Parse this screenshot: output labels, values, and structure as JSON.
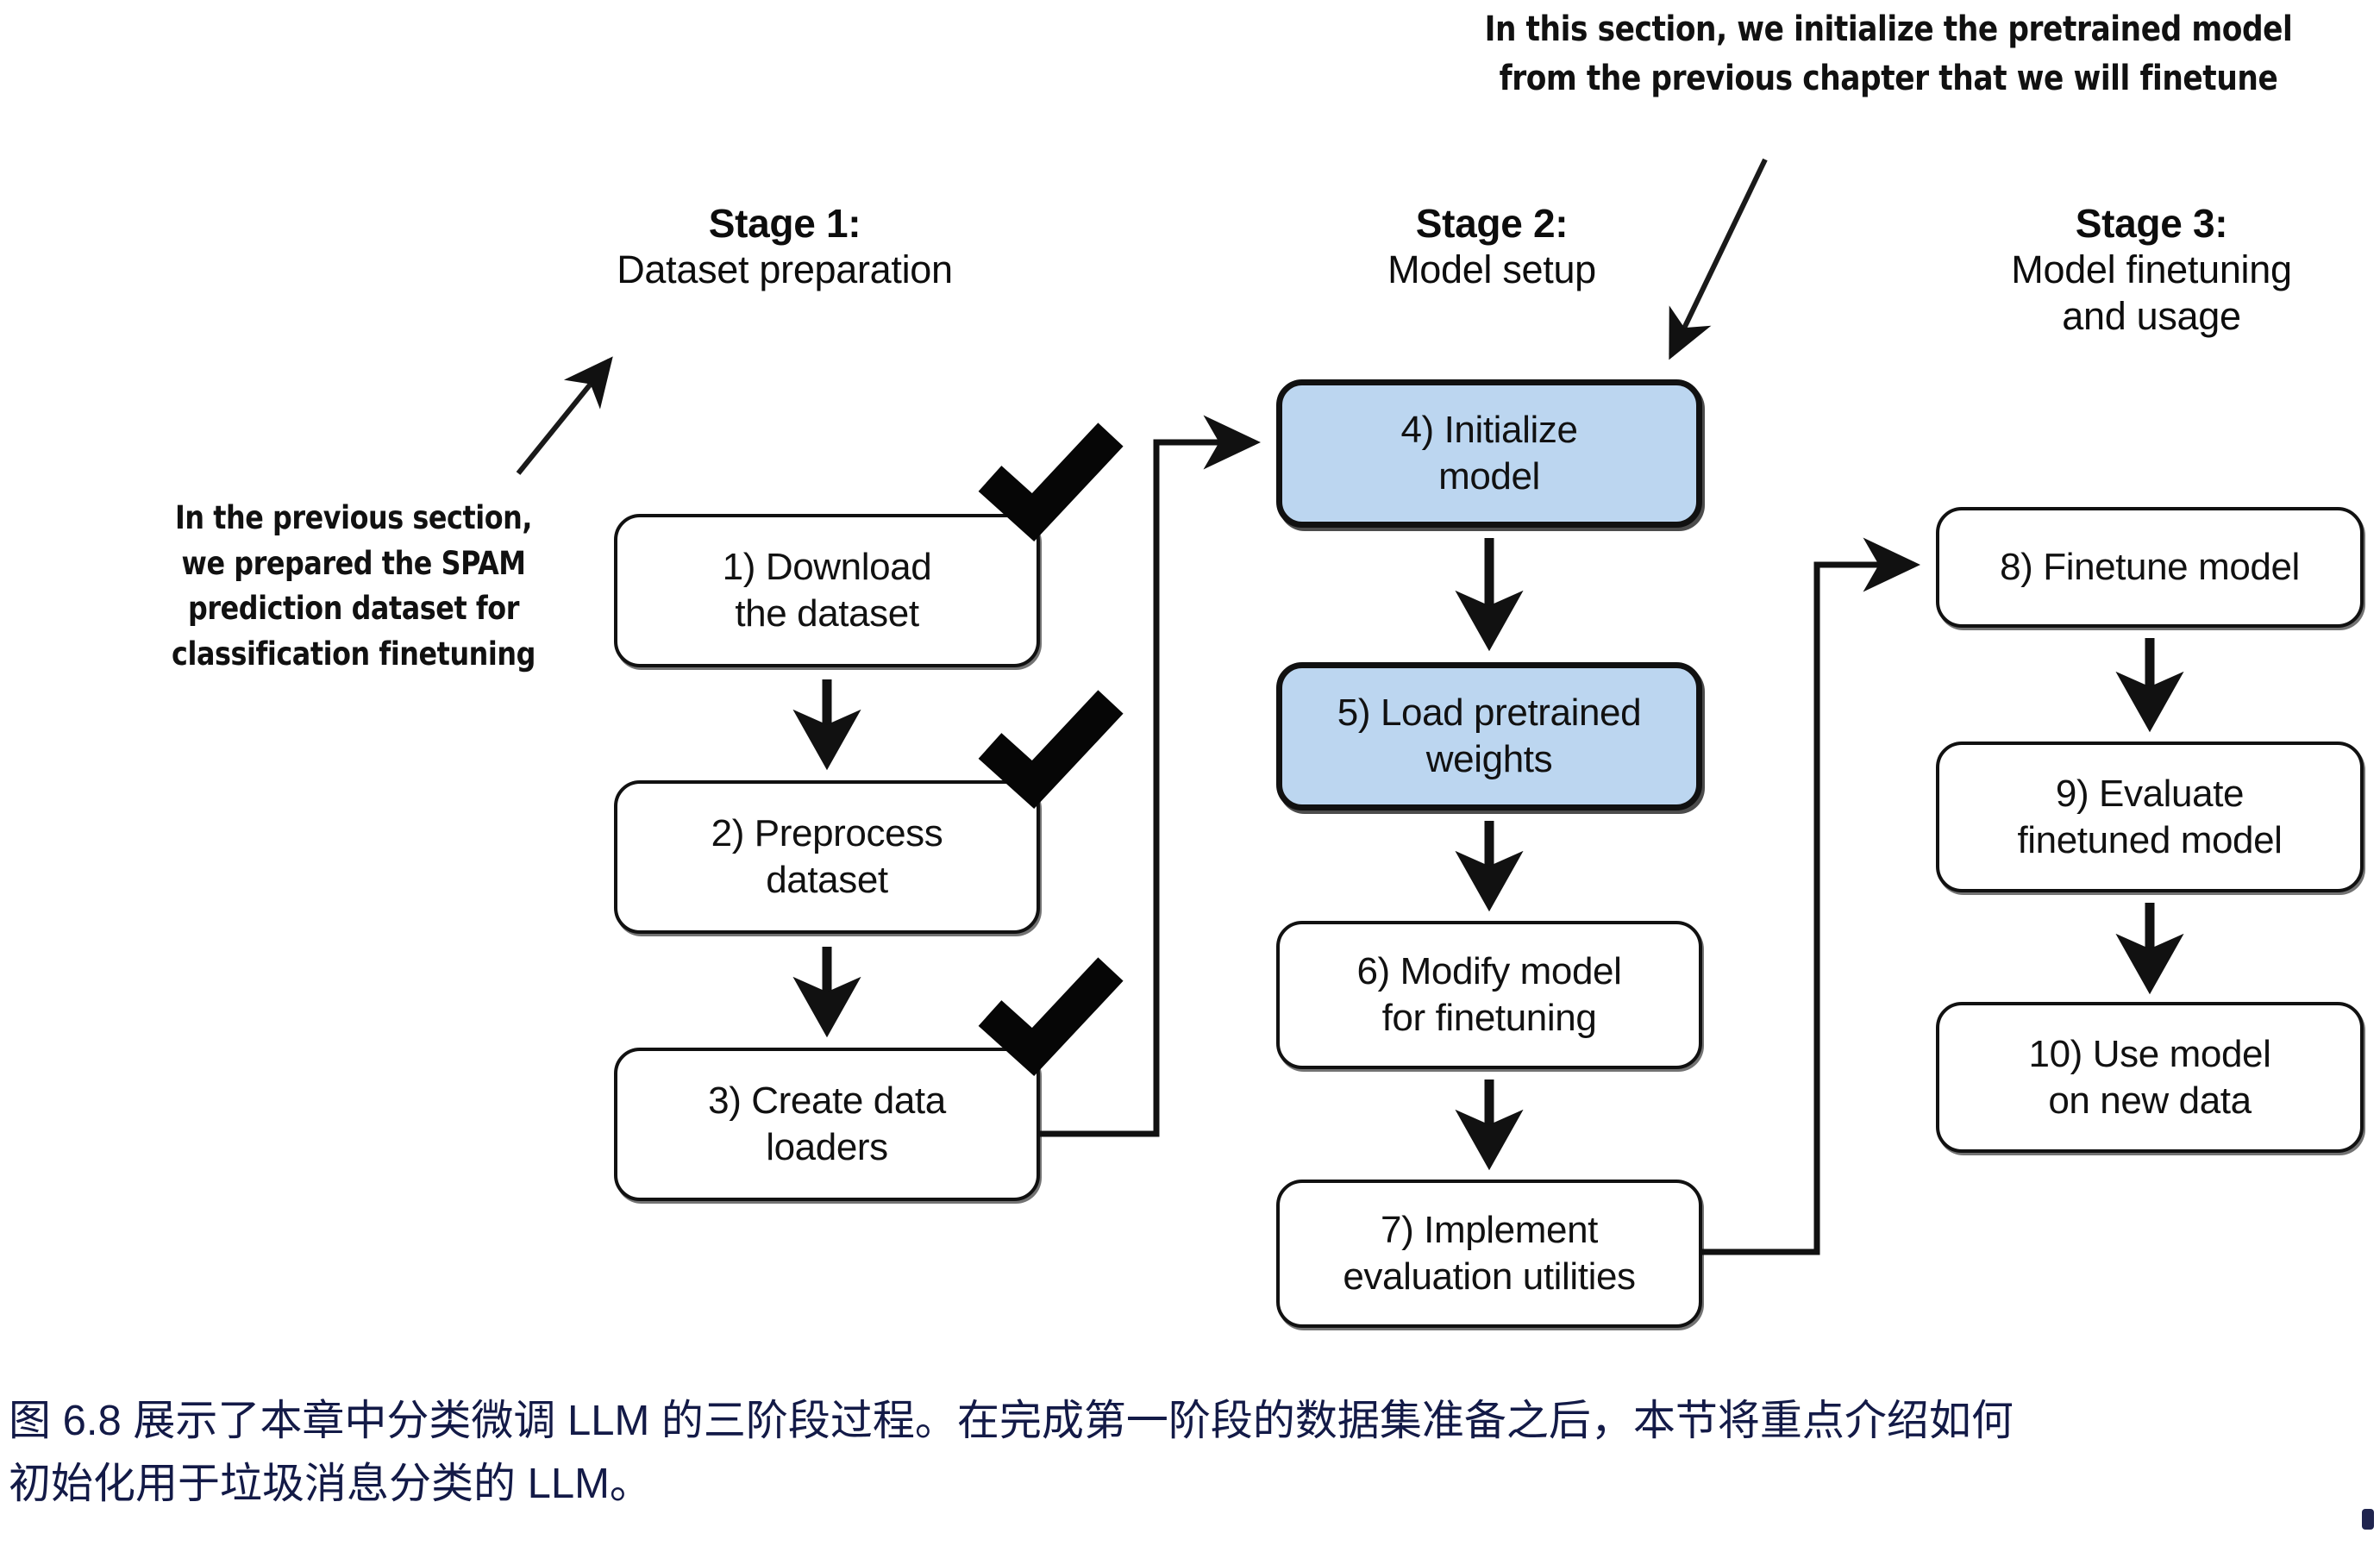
{
  "callouts": {
    "top_right": "In this section, we initialize the pretrained model\nfrom the previous chapter that we will finetune",
    "left": "In the previous section,\nwe prepared the SPAM\nprediction dataset for\nclassification finetuning"
  },
  "stages": [
    {
      "title": "Stage 1:",
      "subtitle": "Dataset preparation"
    },
    {
      "title": "Stage 2:",
      "subtitle": "Model setup"
    },
    {
      "title": "Stage 3:",
      "subtitle": "Model finetuning\nand usage"
    }
  ],
  "boxes": {
    "b1": "1) Download\nthe dataset",
    "b2": "2) Preprocess\ndataset",
    "b3": "3) Create data\nloaders",
    "b4": "4) Initialize\nmodel",
    "b5": "5) Load pretrained\nweights",
    "b6": "6) Modify model\nfor finetuning",
    "b7": "7) Implement\nevaluation utilities",
    "b8": "8) Finetune model",
    "b9": "9) Evaluate\nfinetuned model",
    "b10": "10) Use model\non new data"
  },
  "caption": {
    "text": "图 6.8 展示了本章中分类微调 LLM 的三阶段过程。在完成第一阶段的数据集准备之后，本节将重点介绍如何\n初始化用于垃圾消息分类的 LLM。"
  },
  "colors": {
    "highlight_fill": "#bcd6f0",
    "stroke": "#111111",
    "caption_text": "#131a47",
    "background": "#ffffff"
  },
  "icons": {
    "checkmark": "check-icon",
    "arrow": "arrow-icon"
  },
  "chart_data": {
    "type": "diagram",
    "title": "Three-stage process for classification finetuning an LLM",
    "stages": [
      {
        "name": "Stage 1: Dataset preparation",
        "steps": [
          "1) Download the dataset",
          "2) Preprocess dataset",
          "3) Create data loaders"
        ],
        "completed": [
          true,
          true,
          true
        ]
      },
      {
        "name": "Stage 2: Model setup",
        "steps": [
          "4) Initialize model",
          "5) Load pretrained weights",
          "6) Modify model for finetuning",
          "7) Implement evaluation utilities"
        ],
        "highlighted": [
          "4) Initialize model",
          "5) Load pretrained weights"
        ]
      },
      {
        "name": "Stage 3: Model finetuning and usage",
        "steps": [
          "8) Finetune model",
          "9) Evaluate finetuned model",
          "10) Use model on new data"
        ]
      }
    ],
    "edges": [
      "1->2",
      "2->3",
      "3->4",
      "4->5",
      "5->6",
      "6->7",
      "7->8",
      "8->9",
      "9->10"
    ]
  }
}
